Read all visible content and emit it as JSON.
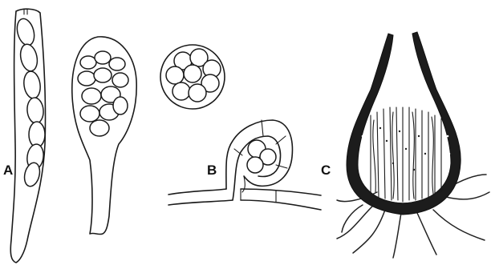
{
  "labels": {
    "panel_a": "A",
    "panel_b": "B",
    "panel_c": "C"
  },
  "colors": {
    "ink": "#1a1a1a",
    "background": "#ffffff"
  }
}
